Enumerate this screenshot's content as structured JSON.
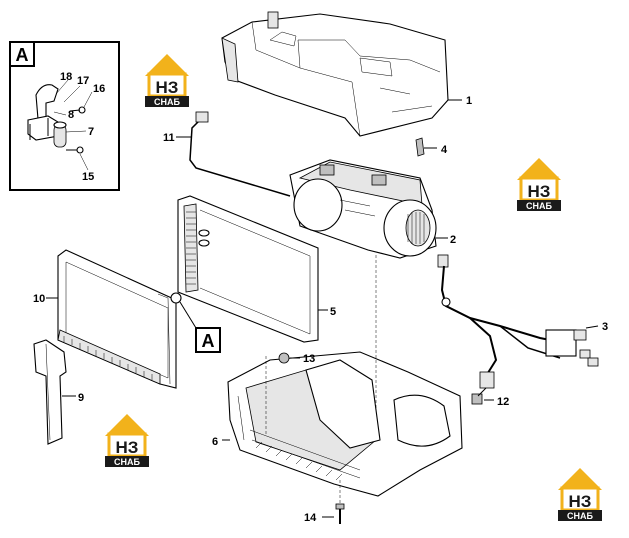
{
  "callouts": [
    "1",
    "2",
    "3",
    "4",
    "5",
    "6",
    "7",
    "8",
    "9",
    "10",
    "11",
    "12",
    "13",
    "14",
    "15",
    "16",
    "17",
    "18"
  ],
  "detail": {
    "letter": "A"
  },
  "watermark": {
    "top": "НЗ",
    "bottom": "СНАБ",
    "color": "#f2b21b",
    "dark": "#1a1a1a"
  }
}
